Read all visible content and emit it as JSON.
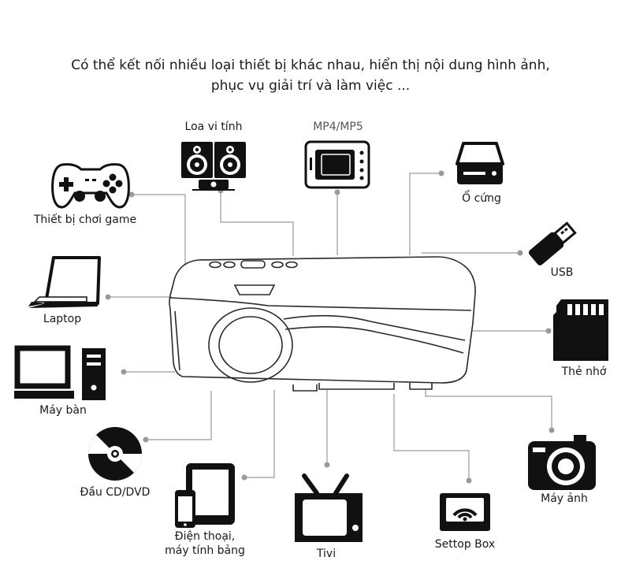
{
  "headline": {
    "line1": "Có thể kết nối nhiều loại thiết bị khác nhau, hiển thị nội dung hình ảnh,",
    "line2": "phục vụ giải trí và làm việc ..."
  },
  "devices": {
    "speaker": "Loa vi tính",
    "mp4": "MP4/MP5",
    "hdd": "Ổ cứng",
    "gamepad": "Thiết bị chơi game",
    "usb": "USB",
    "laptop": "Laptop",
    "sdcard": "Thẻ nhớ",
    "desktop": "Máy bàn",
    "cd": "Đầu CD/DVD",
    "camera": "Máy ảnh",
    "phone_line1": "Điện thoại,",
    "phone_line2": "máy tính bảng",
    "tv": "Tivi",
    "settop": "Settop Box"
  },
  "colors": {
    "line": "#9a9a9a",
    "icon": "#111111",
    "projector": "#2a2a2a"
  }
}
